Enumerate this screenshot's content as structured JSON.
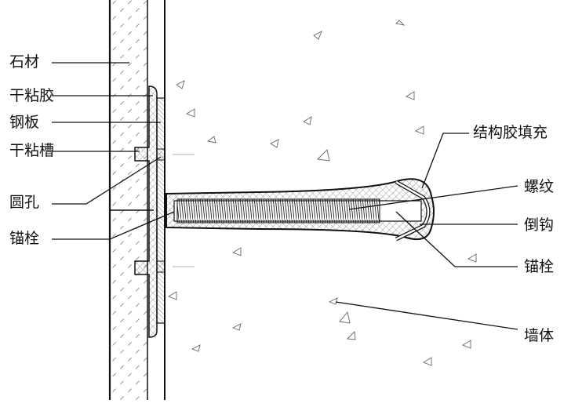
{
  "left_labels": {
    "stone": "石材",
    "dry_glue": "干粘胶",
    "steel_plate": "钢板",
    "glue_groove": "干粘槽",
    "round_hole": "圆孔",
    "anchor": "锚栓"
  },
  "right_labels": {
    "structural_glue_fill": "结构胶填充",
    "thread": "螺纹",
    "barb": "倒钩",
    "anchor": "锚栓",
    "wall": "墙体"
  }
}
